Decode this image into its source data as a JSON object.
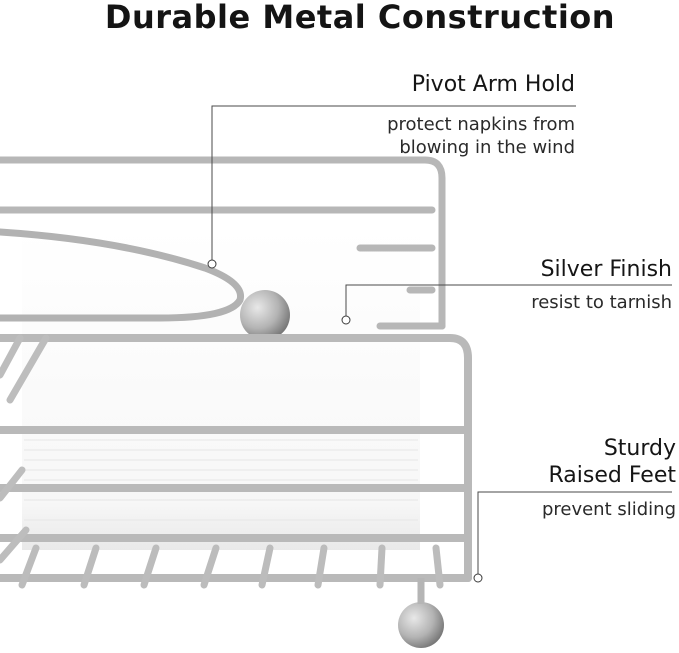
{
  "headline": "Durable Metal Construction",
  "features": [
    {
      "title": "Pivot Arm Hold",
      "desc_line1": "protect napkins from",
      "desc_line2": "blowing in the wind"
    },
    {
      "title": "Silver Finish",
      "desc_line1": "resist to tarnish"
    },
    {
      "title_line1": "Sturdy",
      "title_line2": "Raised Feet",
      "desc_line1": "prevent sliding"
    }
  ],
  "colors": {
    "wire": "#b9b9b9",
    "wire_dark": "#8e8e8e",
    "napkin": "#ffffff",
    "callout_line": "#4a4a4a"
  }
}
